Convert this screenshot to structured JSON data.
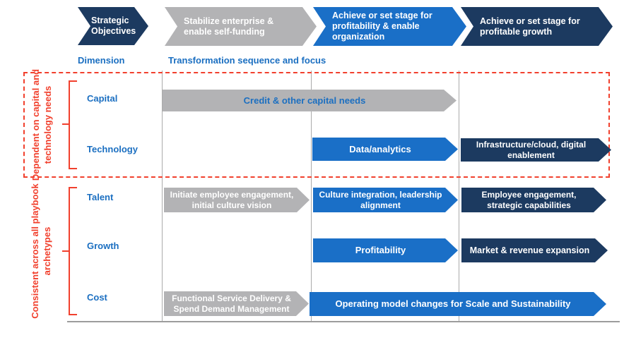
{
  "palette": {
    "navy": "#1c3a60",
    "blue": "#1a6fc7",
    "gray": "#b3b3b5",
    "red": "#f1402d",
    "blue_text": "#1b6fc1",
    "line": "#9c9c9c"
  },
  "header": {
    "strategic": "Strategic Objectives",
    "stage1": "Stabilize enterprise & enable self-funding",
    "stage2": "Achieve or set stage for profitability & enable organization",
    "stage3": "Achieve or set stage for profitable growth",
    "dimension": "Dimension",
    "sequence": "Transformation sequence and focus"
  },
  "groups": {
    "capital_tech": {
      "label": "Dependent on capital and technology needs"
    },
    "playbook": {
      "label": "Consistent across all playbook archetypes"
    }
  },
  "rows": {
    "capital": {
      "label": "Capital",
      "credit": "Credit & other capital needs"
    },
    "technology": {
      "label": "Technology",
      "data_analytics": "Data/analytics",
      "infrastructure": "Infrastructure/cloud, digital enablement"
    },
    "talent": {
      "label": "Talent",
      "initiate": "Initiate employee engagement, initial culture vision",
      "culture": "Culture integration, leadership alignment",
      "employee": "Employee engagement, strategic capabilities"
    },
    "growth": {
      "label": "Growth",
      "profitability": "Profitability",
      "market": "Market & revenue expansion"
    },
    "cost": {
      "label": "Cost",
      "functional": "Functional Service Delivery & Spend Demand Management",
      "operating": "Operating model changes for Scale and Sustainability"
    }
  }
}
